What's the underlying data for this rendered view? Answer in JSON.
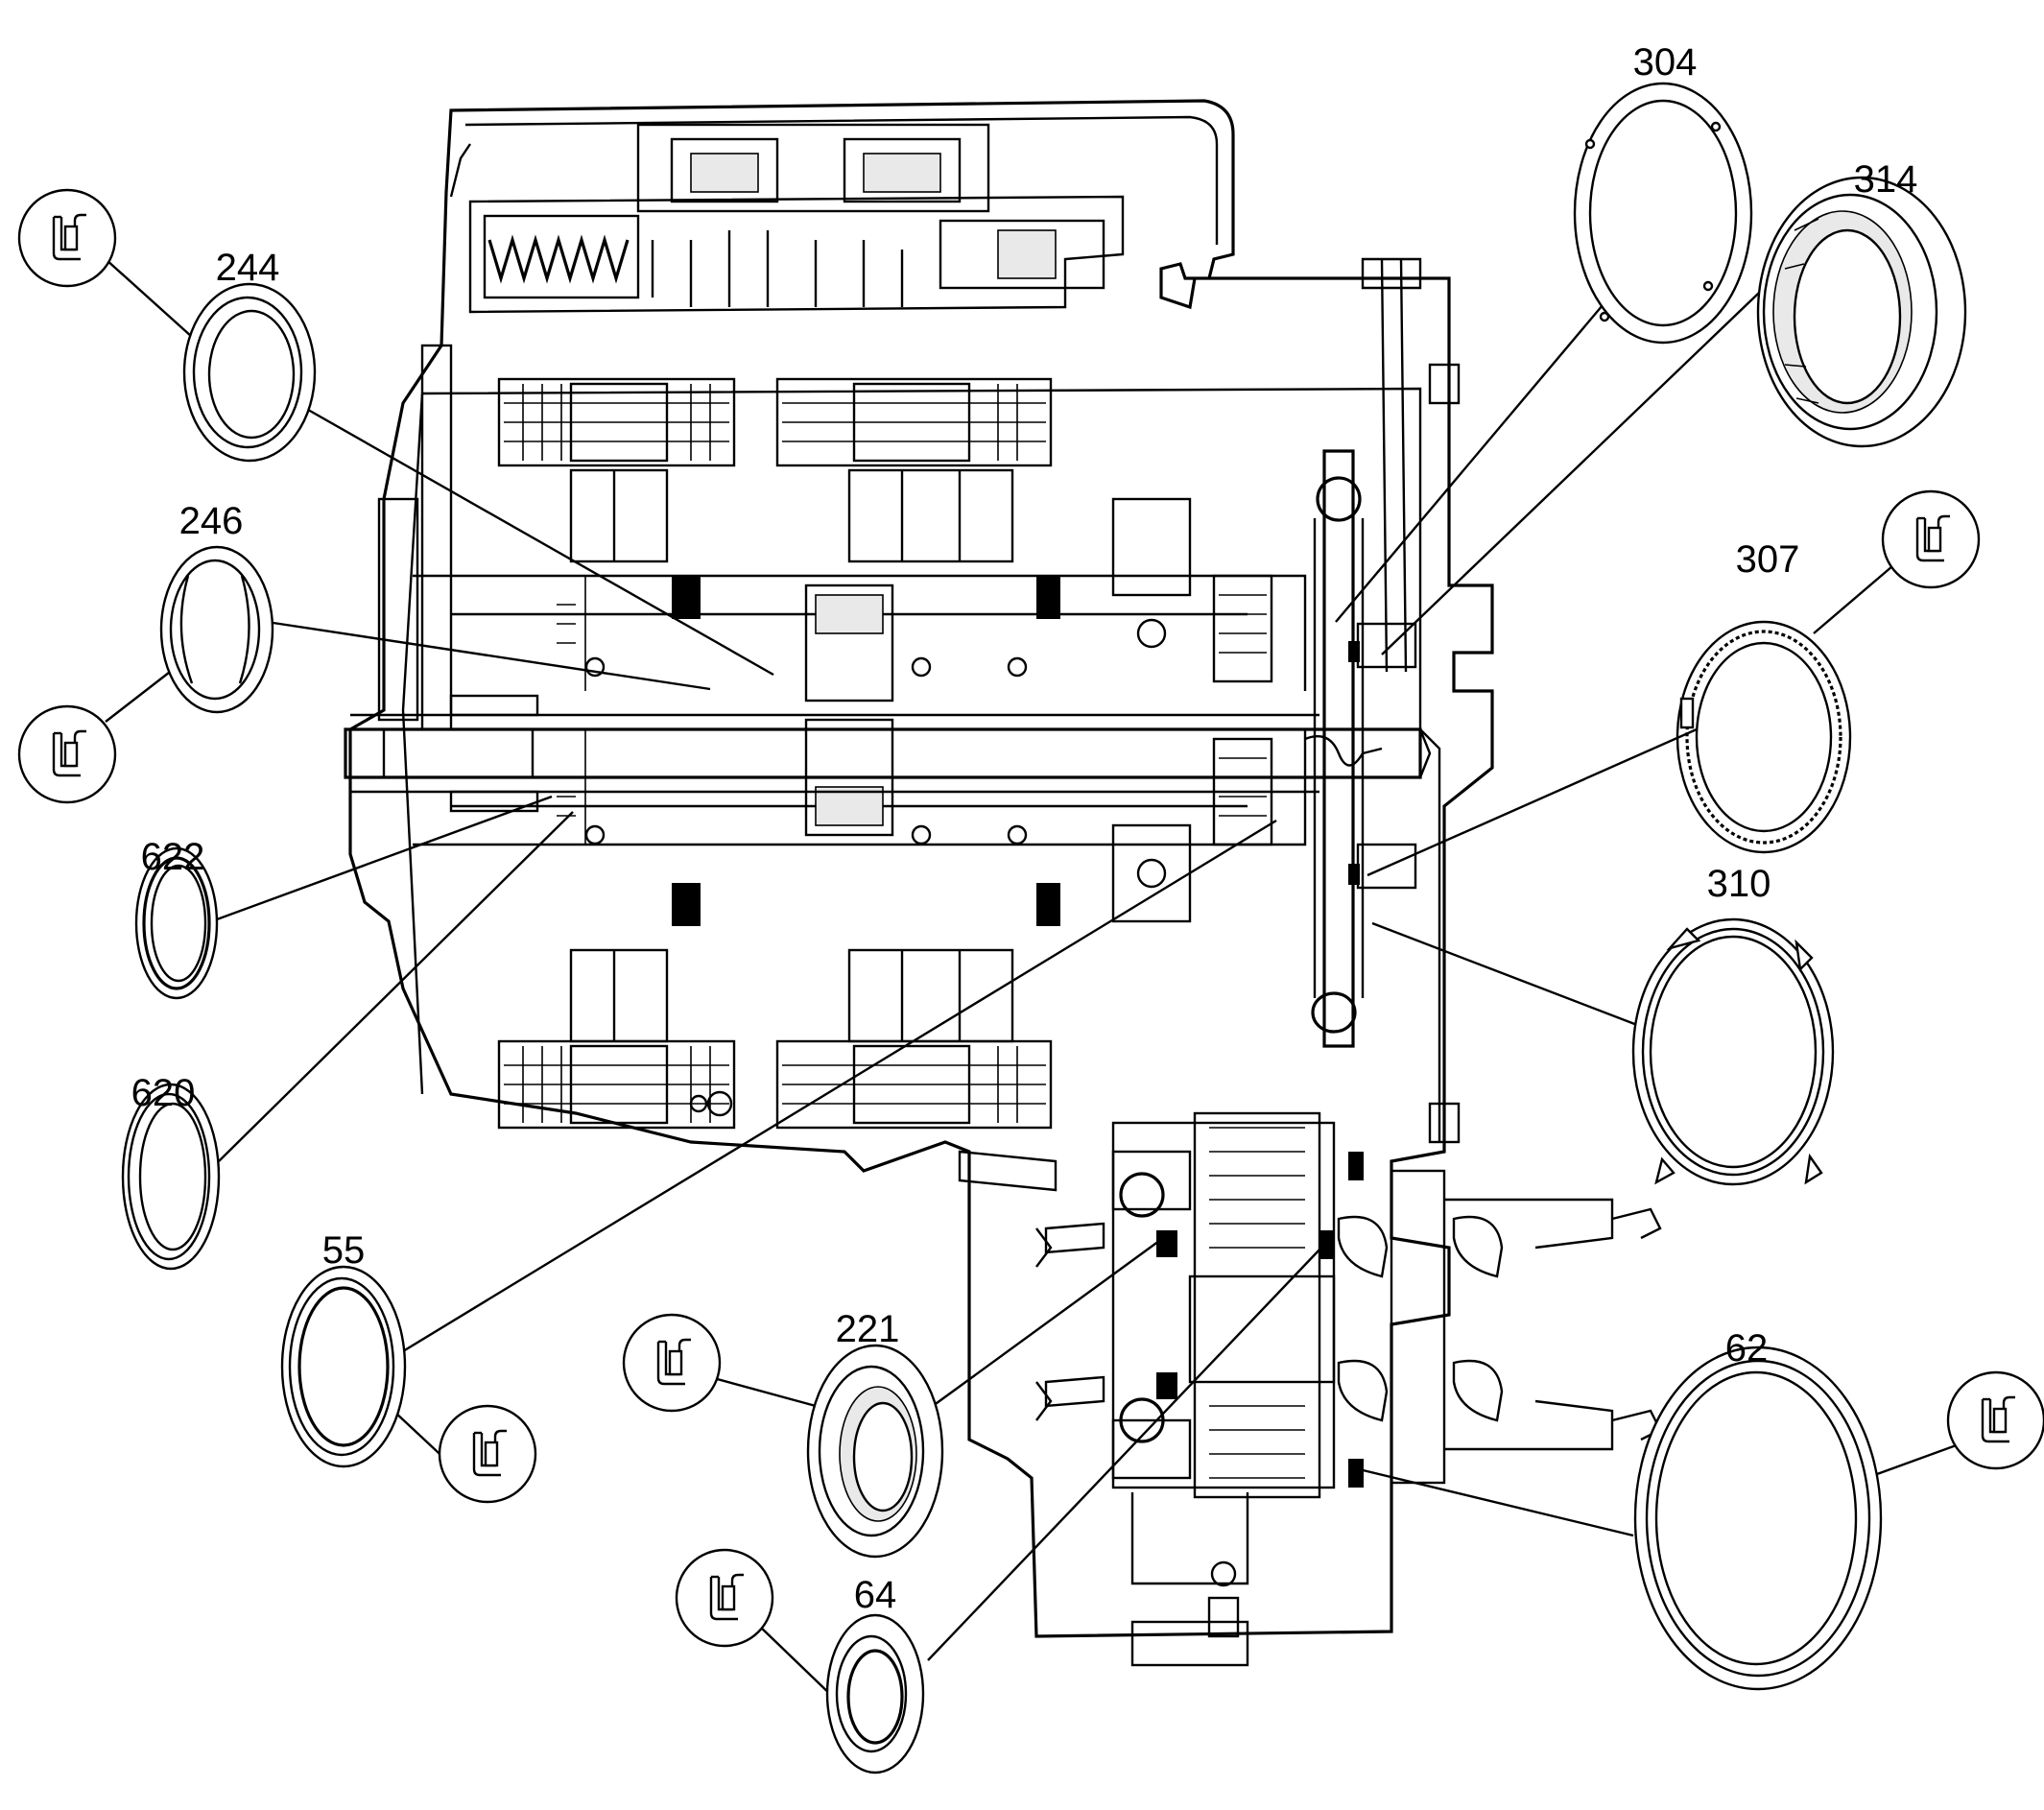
{
  "diagram": {
    "callouts": [
      {
        "label": "304"
      },
      {
        "label": "314"
      },
      {
        "label": "244"
      },
      {
        "label": "246"
      },
      {
        "label": "307"
      },
      {
        "label": "622"
      },
      {
        "label": "310"
      },
      {
        "label": "620"
      },
      {
        "label": "55"
      },
      {
        "label": "221"
      },
      {
        "label": "62"
      },
      {
        "label": "64"
      }
    ],
    "seal_icons": [
      {
        "icon": "lip-seal-profile-icon"
      },
      {
        "icon": "lip-seal-profile-icon"
      },
      {
        "icon": "lip-seal-profile-icon"
      },
      {
        "icon": "lip-seal-profile-icon"
      },
      {
        "icon": "lip-seal-profile-icon"
      },
      {
        "icon": "lip-seal-profile-icon"
      },
      {
        "icon": "lip-seal-profile-icon"
      }
    ]
  }
}
